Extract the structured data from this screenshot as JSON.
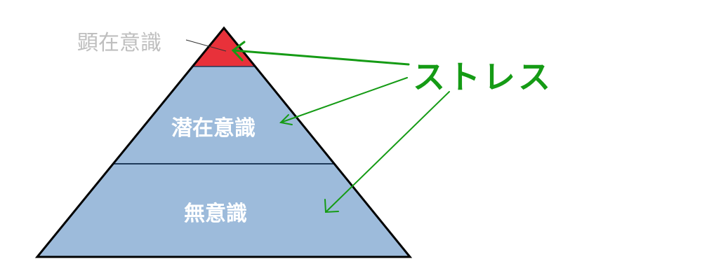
{
  "diagram": {
    "type": "pyramid",
    "layers": [
      {
        "id": "top",
        "label": "顕在意識",
        "color": "#e8313a",
        "label_color": "#bfbfbf",
        "label_position": "outside-left"
      },
      {
        "id": "middle",
        "label": "潜在意識",
        "color": "#9dbbdb",
        "label_color": "#ffffff"
      },
      {
        "id": "bottom",
        "label": "無意識",
        "color": "#9dbbdb",
        "label_color": "#ffffff"
      }
    ],
    "outline_color": "#000000",
    "callout": {
      "label": "ストレス",
      "color": "#159b15",
      "arrows_to": [
        "top",
        "middle",
        "bottom"
      ]
    }
  }
}
